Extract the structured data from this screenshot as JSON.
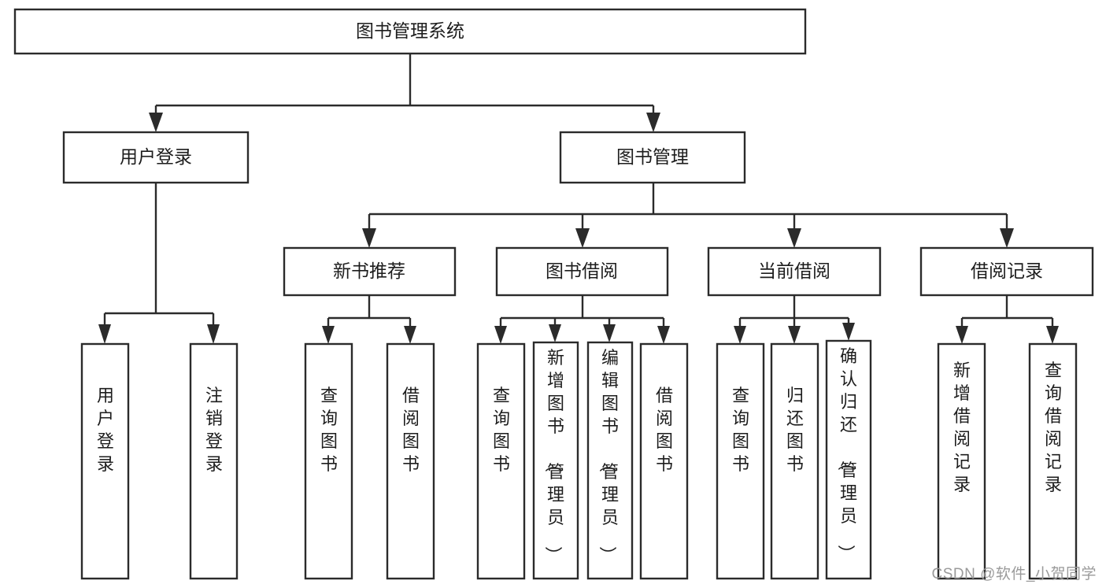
{
  "diagram": {
    "title": "图书管理系统",
    "type": "tree-hierarchy-diagram",
    "colors": {
      "box_stroke": "#2b2b2b",
      "box_fill": "#ffffff",
      "text": "#1d1d1d",
      "background": "#ffffff",
      "watermark": "#9a9a9a"
    },
    "root": {
      "label": "图书管理系统"
    },
    "level2": [
      {
        "label": "用户登录"
      },
      {
        "label": "图书管理"
      }
    ],
    "level3": [
      {
        "label": "新书推荐"
      },
      {
        "label": "图书借阅"
      },
      {
        "label": "当前借阅"
      },
      {
        "label": "借阅记录"
      }
    ],
    "leaves": {
      "user_login": [
        {
          "label": "用户登录"
        },
        {
          "label": "注销登录"
        }
      ],
      "new_book_recommend": [
        {
          "label": "查询图书"
        },
        {
          "label": "借阅图书"
        }
      ],
      "book_borrow": [
        {
          "label": "查询图书"
        },
        {
          "label": "新增图书（管理员）"
        },
        {
          "label": "编辑图书（管理员）"
        },
        {
          "label": "借阅图书"
        }
      ],
      "current_borrow": [
        {
          "label": "查询图书"
        },
        {
          "label": "归还图书"
        },
        {
          "label": "确认归还（管理员）"
        }
      ],
      "borrow_record": [
        {
          "label": "新增借阅记录"
        },
        {
          "label": "查询借阅记录"
        }
      ]
    }
  },
  "watermark": {
    "text": "CSDN @软件_小贺同学"
  }
}
